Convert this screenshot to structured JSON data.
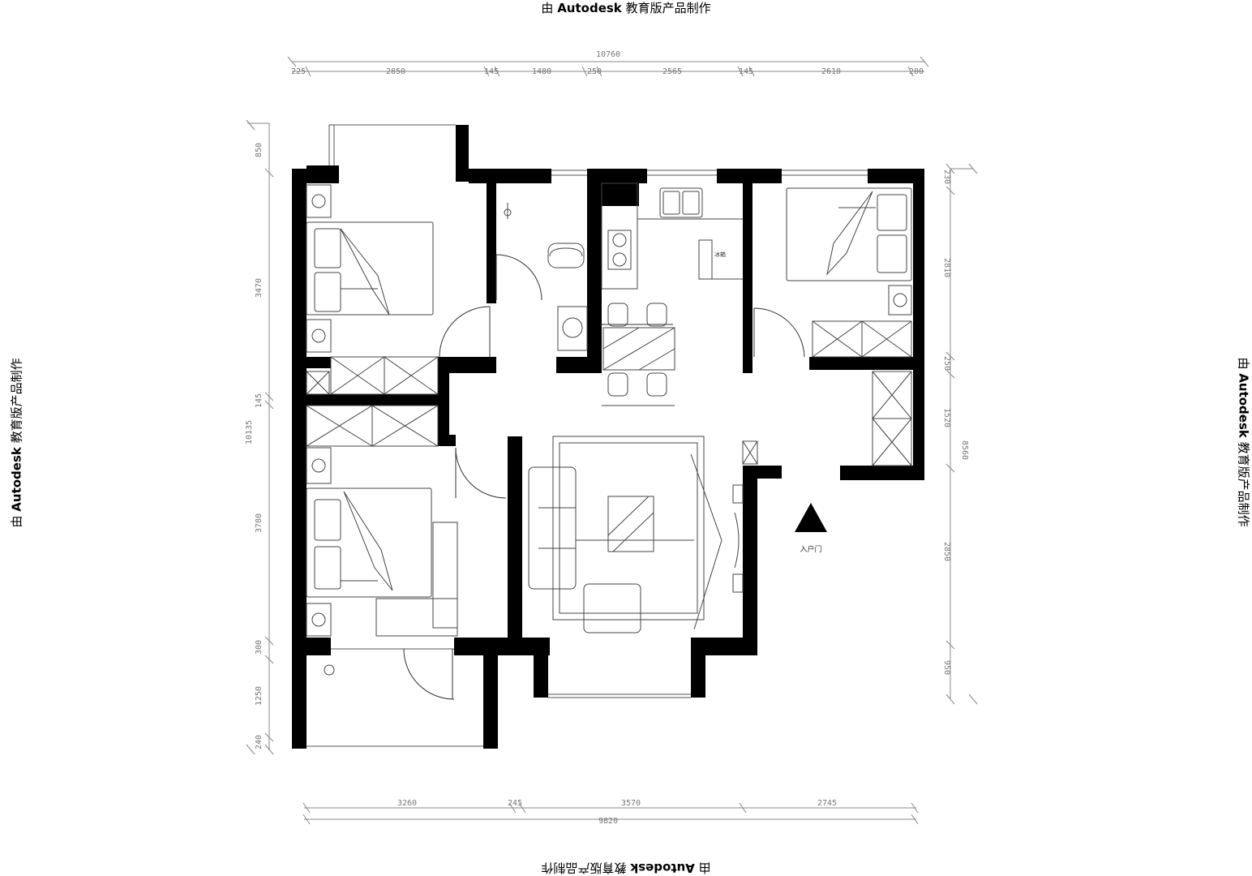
{
  "watermark": {
    "prefix": "由",
    "brand": "Autodesk",
    "suffix": "教育版产品制作",
    "full": "由 Autodesk 教育版产品制作"
  },
  "dimensions": {
    "top_total": "10760",
    "top_segments": [
      "225",
      "2850",
      "145",
      "1480",
      "250",
      "2565",
      "145",
      "2610",
      "200"
    ],
    "bottom_total": "9820",
    "bottom_segments": [
      "3260",
      "245",
      "3570",
      "2745"
    ],
    "left_total": "10135",
    "left_segments": [
      "850",
      "3470",
      "145",
      "3780",
      "300",
      "1250",
      "240"
    ],
    "right_total": "8560",
    "right_segments": [
      "230",
      "2810",
      "250",
      "1520",
      "2850",
      "950"
    ]
  },
  "labels": {
    "entrance": "入户门",
    "fridge": "冰箱"
  }
}
